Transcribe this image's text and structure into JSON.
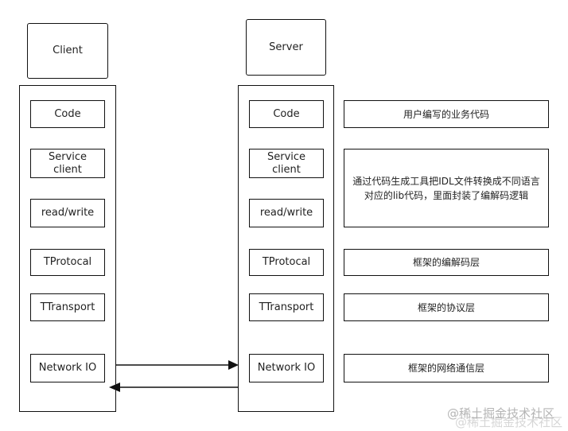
{
  "client": {
    "title": "Client",
    "layers": [
      "Code",
      "Service\nclient",
      "read/write",
      "TProtocal",
      "TTransport",
      "Network IO"
    ]
  },
  "server": {
    "title": "Server",
    "layers": [
      "Code",
      "Service\nclient",
      "read/write",
      "TProtocal",
      "TTransport",
      "Network IO"
    ]
  },
  "notes": [
    "用户编写的业务代码",
    "通过代码生成工具把IDL文件转换成不同语言对应的lib代码，里面封装了编解码逻辑",
    "框架的编解码层",
    "框架的协议层",
    "框架的网络通信层"
  ],
  "watermark": "@稀土掘金技术社区",
  "colors": {
    "stroke": "#111111",
    "watermark": "#b5b5b5"
  }
}
